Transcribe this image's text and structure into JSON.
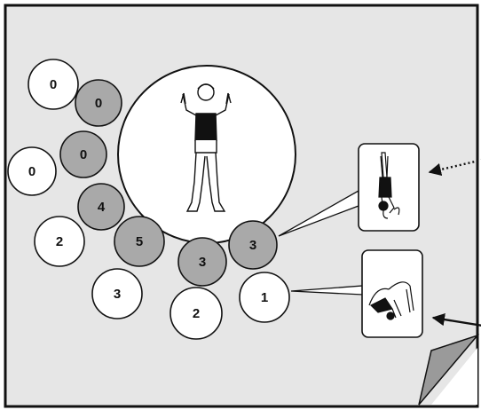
{
  "colors": {
    "panel": "#e6e6e6",
    "border": "#111111",
    "node_white": "#ffffff",
    "node_gray": "#a9a9a9",
    "fold": "#9a9a9a"
  },
  "nodes": [
    {
      "label": "0",
      "tone": "white"
    },
    {
      "label": "0",
      "tone": "gray"
    },
    {
      "label": "0",
      "tone": "gray"
    },
    {
      "label": "0",
      "tone": "white"
    },
    {
      "label": "4",
      "tone": "gray"
    },
    {
      "label": "2",
      "tone": "white"
    },
    {
      "label": "5",
      "tone": "gray"
    },
    {
      "label": "3",
      "tone": "white"
    },
    {
      "label": "3",
      "tone": "gray"
    },
    {
      "label": "3",
      "tone": "gray"
    },
    {
      "label": "2",
      "tone": "white"
    },
    {
      "label": "1",
      "tone": "white"
    }
  ],
  "center_figure": {
    "icon": "standing-figure-arms-raised-icon"
  },
  "callouts": [
    {
      "icon": "handstand-figure-icon",
      "arrow": "dotted"
    },
    {
      "icon": "backbend-figure-icon",
      "arrow": "solid"
    }
  ]
}
